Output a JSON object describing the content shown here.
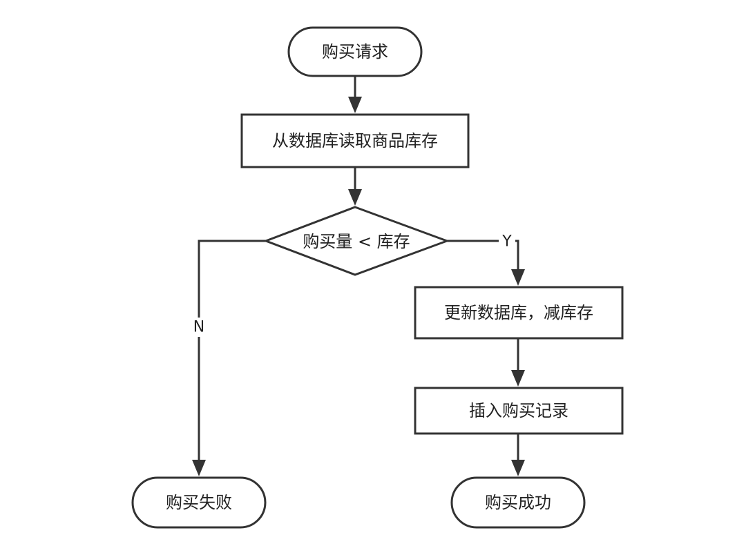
{
  "flowchart": {
    "nodes": {
      "start": {
        "label": "购买请求",
        "shape": "terminator"
      },
      "read_stock": {
        "label": "从数据库读取商品库存",
        "shape": "process"
      },
      "check": {
        "label": "购买量 < 库存",
        "shape": "decision"
      },
      "update_db": {
        "label": "更新数据库，减库存",
        "shape": "process"
      },
      "insert_record": {
        "label": "插入购买记录",
        "shape": "process"
      },
      "fail": {
        "label": "购买失败",
        "shape": "terminator"
      },
      "success": {
        "label": "购买成功",
        "shape": "terminator"
      }
    },
    "edges": {
      "start_to_read": {
        "from": "start",
        "to": "read_stock",
        "label": ""
      },
      "read_to_check": {
        "from": "read_stock",
        "to": "check",
        "label": ""
      },
      "check_yes": {
        "from": "check",
        "to": "update_db",
        "label": "Y"
      },
      "check_no": {
        "from": "check",
        "to": "fail",
        "label": "N"
      },
      "update_to_insert": {
        "from": "update_db",
        "to": "insert_record",
        "label": ""
      },
      "insert_to_success": {
        "from": "insert_record",
        "to": "success",
        "label": ""
      }
    }
  }
}
